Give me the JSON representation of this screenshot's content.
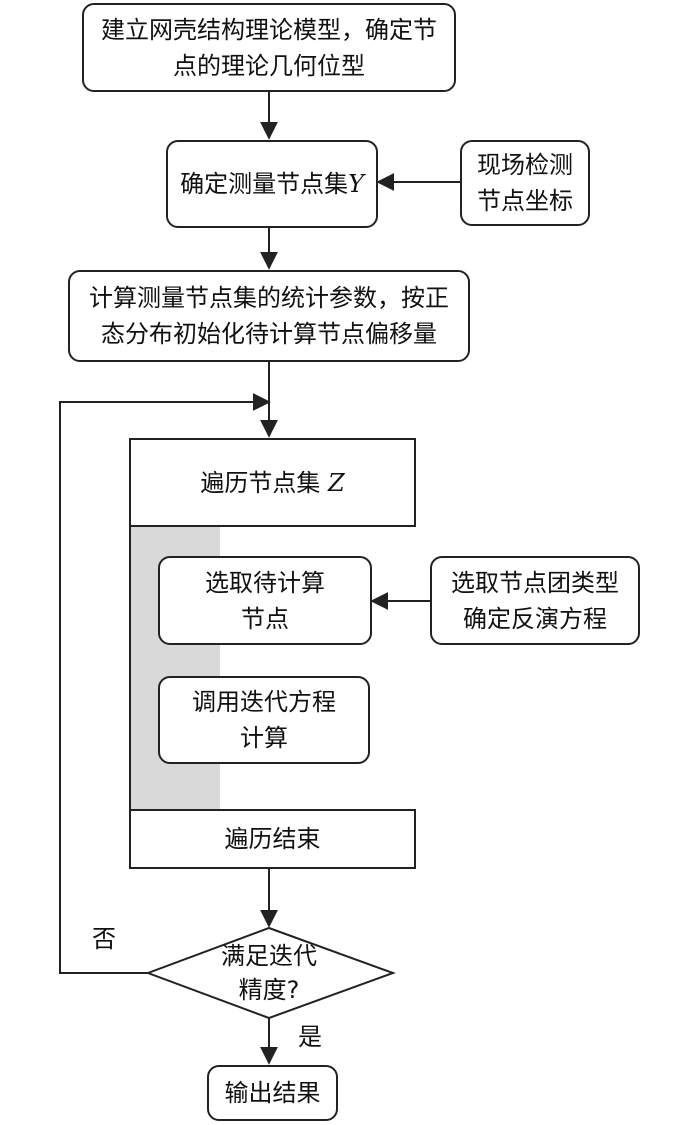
{
  "nodes": {
    "build_model": {
      "line1": "建立网壳结构理论模型，确定节",
      "line2": "点的理论几何位型"
    },
    "measure_set": {
      "text": "确定测量节点集",
      "var": "Y"
    },
    "field_detect": {
      "line1": "现场检测",
      "line2": "节点坐标"
    },
    "compute_stats": {
      "line1": "计算测量节点集的统计参数，按正",
      "line2": "态分布初始化待计算节点偏移量"
    },
    "traverse": {
      "text": "遍历节点集 ",
      "var": "Z"
    },
    "select_node": {
      "line1": "选取待计算",
      "line2": "节点"
    },
    "select_cluster": {
      "line1": "选取节点团类型",
      "line2": "确定反演方程"
    },
    "iterate_calc": {
      "line1": "调用迭代方程",
      "line2": "计算"
    },
    "traverse_end": {
      "text": "遍历结束"
    },
    "decision": {
      "line1": "满足迭代",
      "line2": "精度?"
    },
    "output": {
      "text": "输出结果"
    }
  },
  "labels": {
    "no": "否",
    "yes": "是"
  },
  "colors": {
    "stroke": "#222222",
    "strip": "#d9d9d9"
  }
}
